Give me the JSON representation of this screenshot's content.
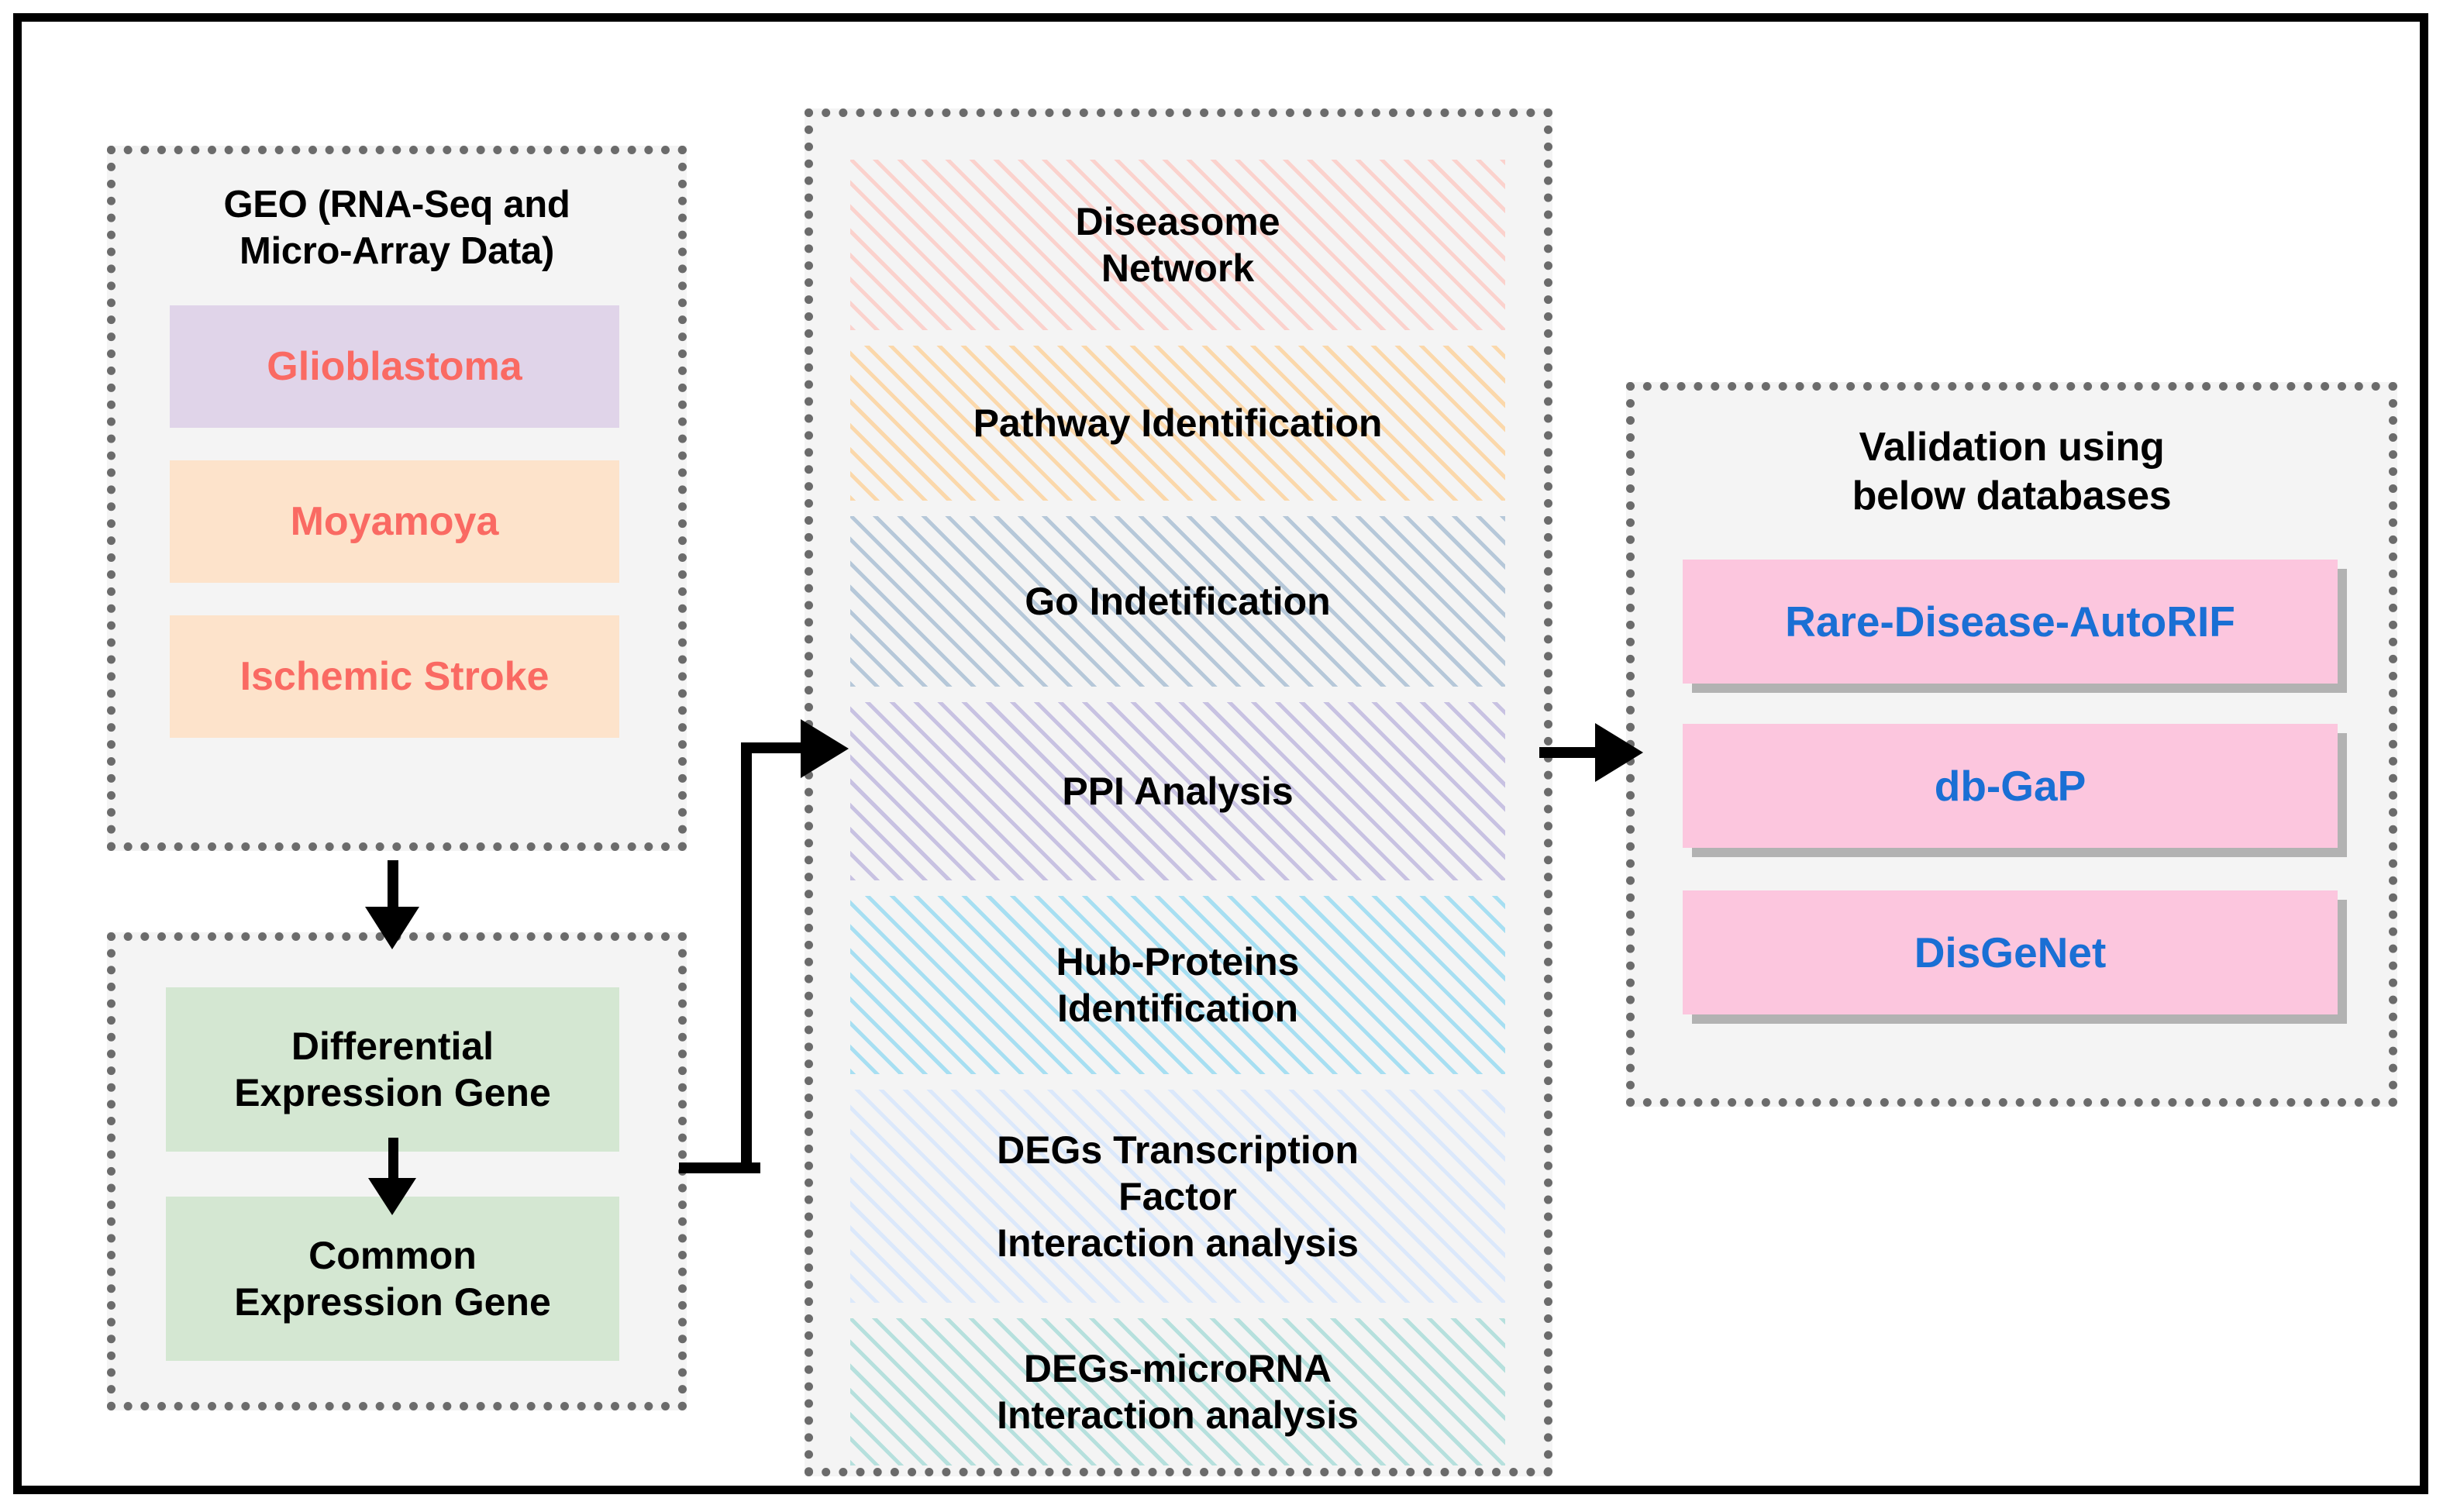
{
  "figure": {
    "kind": "workflow-flowchart",
    "colors": {
      "frame": "#000000",
      "panel_border": "#6b6b6b",
      "panel_background": "#f4f4f4",
      "disease_text": "#fa6a63",
      "database_text": "#1a6fd4",
      "glioblastoma_fill": "#e0d4e9",
      "moyamoya_fill": "#fde3cb",
      "stroke_fill": "#fde3cb",
      "gene_fill": "#d4e7d2",
      "database_fill": "#fcc6de",
      "shadow": "#b2b2b2"
    }
  },
  "data_source_panel": {
    "title_line1": "GEO (RNA-Seq and",
    "title_line2": "Micro-Array Data)",
    "diseases": [
      {
        "label": "Glioblastoma",
        "fill": "#e0d4e9"
      },
      {
        "label": "Moyamoya",
        "fill": "#fde3cb"
      },
      {
        "label": "Ischemic Stroke",
        "fill": "#fde3cb"
      }
    ]
  },
  "gene_panel": {
    "items": [
      {
        "line1": "Differential",
        "line2": "Expression Gene"
      },
      {
        "line1": "Common",
        "line2": "Expression Gene"
      }
    ]
  },
  "analysis_panel": {
    "steps": [
      {
        "id": "diseasome",
        "line1": "Diseasome",
        "line2": "Network",
        "hatch": "#fbd2cd"
      },
      {
        "id": "pathway",
        "line1": "Pathway Identification",
        "line2": "",
        "hatch": "#fbd8ab"
      },
      {
        "id": "go",
        "line1": "Go Indetification",
        "line2": "",
        "hatch": "#b6c8d9"
      },
      {
        "id": "ppi",
        "line1": "PPI Analysis",
        "line2": "",
        "hatch": "#c8c2e2"
      },
      {
        "id": "hub",
        "line1": "Hub-Proteins",
        "line2": "Identification",
        "hatch": "#a7dff2"
      },
      {
        "id": "tf",
        "line1": "DEGs Transcription",
        "line2": "Factor",
        "line3": "Interaction analysis",
        "hatch": "#dbe8fb"
      },
      {
        "id": "mirna",
        "line1": "DEGs-microRNA",
        "line2": "Interaction analysis",
        "hatch": "#b6e0dd"
      }
    ]
  },
  "validation_panel": {
    "title_line1": "Validation using",
    "title_line2": "below databases",
    "databases": [
      {
        "label": "Rare-Disease-AutoRIF"
      },
      {
        "label": "db-GaP"
      },
      {
        "label": "DisGeNet"
      }
    ]
  }
}
